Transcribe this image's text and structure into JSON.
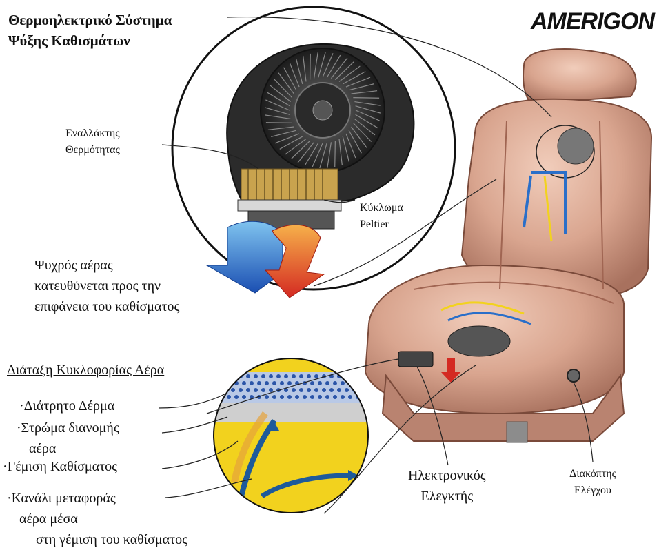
{
  "title": {
    "line1": "Θερμοηλεκτρικό Σύστημα",
    "line2": "Ψύξης Καθισμάτων"
  },
  "brand": "AMERIGON",
  "labels": {
    "heat_exchanger": [
      "Εναλλάκτης",
      "Θερμότητας"
    ],
    "peltier": [
      "Κύκλωμα",
      "Peltier"
    ],
    "cold_air": [
      "Ψυχρός αέρας",
      "κατευθύνεται προς την",
      "επιφάνεια του καθίσματος"
    ],
    "controller": [
      "Ηλεκτρονικός",
      "Ελεγκτής"
    ],
    "switch": [
      "Διακόπτης",
      "Ελέγχου"
    ]
  },
  "airflow": {
    "title": "Διάταξη  Κυκλοφορίας Αέρα",
    "items": [
      [
        "·Διάτρητο Δέρμα"
      ],
      [
        "·Στρώμα διανομής",
        "αέρα"
      ],
      [
        "·Γέμιση Καθίσματος"
      ],
      [
        "·Κανάλι μεταφοράς",
        "αέρα μέσα",
        "στη γέμιση του καθίσματος"
      ]
    ]
  },
  "colors": {
    "seat_leather": "#d9a58f",
    "seat_shadow": "#a8715e",
    "cold_air": "#2a6fc9",
    "hot_air": "#e0432a",
    "foam": "#f2d21e",
    "perforated": "#2b55a8"
  }
}
